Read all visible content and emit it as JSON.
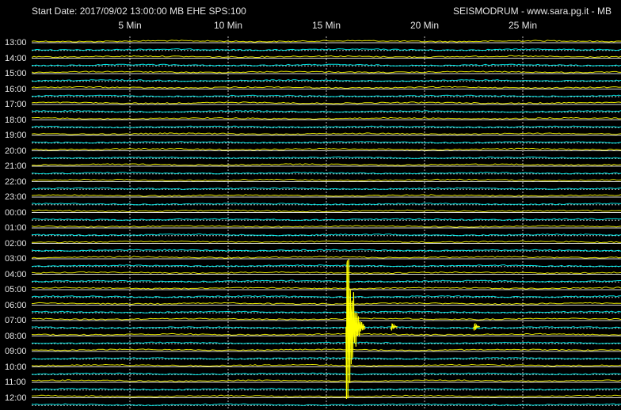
{
  "header": {
    "start_info": "Start Date: 2017/09/02 13:00:00 MB EHE SPS:100",
    "site_info": "SEISMODRUM - www.sara.pg.it - MB"
  },
  "chart_data": {
    "type": "line",
    "title": "",
    "x_unit": "minutes",
    "xlim": [
      0,
      30
    ],
    "x_ticks": [
      5,
      10,
      15,
      20,
      25
    ],
    "x_tick_labels": [
      "5 Min",
      "10 Min",
      "15 Min",
      "20 Min",
      "25 Min"
    ],
    "rows": [
      "13:00",
      "14:00",
      "15:00",
      "16:00",
      "17:00",
      "18:00",
      "19:00",
      "20:00",
      "21:00",
      "22:00",
      "23:00",
      "00:00",
      "01:00",
      "02:00",
      "03:00",
      "04:00",
      "05:00",
      "06:00",
      "07:00",
      "08:00",
      "09:00",
      "10:00",
      "11:00",
      "12:00"
    ],
    "traces_per_row": 2,
    "trace_colors": [
      "#ffff00",
      "#00ffff"
    ],
    "grid": true,
    "events": [
      {
        "row": "07:00",
        "minute": 16.0,
        "kind": "large"
      },
      {
        "row": "07:00",
        "minute": 18.3,
        "kind": "small"
      },
      {
        "row": "07:00",
        "minute": 22.5,
        "kind": "small"
      }
    ]
  },
  "colors": {
    "background": "#000000",
    "grid_solid": "#d8d8d8",
    "grid_dashed": "#bdbdbd",
    "text": "#e6e6e6",
    "trace_a": "#ffff00",
    "trace_b": "#00ffff"
  }
}
